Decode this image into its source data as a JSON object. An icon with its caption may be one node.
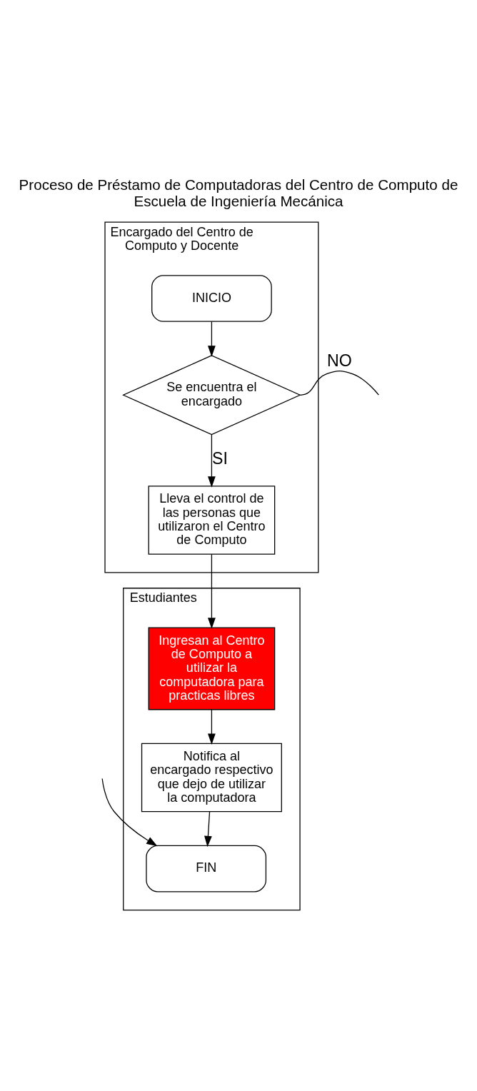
{
  "diagram": {
    "title": "Proceso de Préstamo de Computadoras del Centro de Computo de Escuela de Ingeniería Mecánica",
    "nodes": [
      {
        "text": [
          "Estudiantes"
        ]
      },
      {
        "text": [
          "Encargado del Centro de Computo y Docente"
        ]
      },
      {
        "text": [
          "INICIO"
        ],
        "in": 1
      },
      {
        "text": [
          "Se encuentra el encargado"
        ],
        "in": 1
      },
      {
        "text": [
          "Lleva el control de las personas que utilizaron el Centro de Computo"
        ],
        "in": 1
      },
      {
        "text": [
          "Ingresan al Centro de Computo a utilizar la computadora para practicas libres"
        ],
        "in": 0
      },
      {
        "text": [
          "Notifica al encargado respectivo que dejo de utilizar la computadora"
        ],
        "in": 0
      },
      {
        "text": [
          "FIN"
        ],
        "in": 0
      }
    ],
    "edges": [
      {
        "from": 2,
        "to": 3,
        "arrow": "to"
      },
      {
        "from": 3,
        "to": null,
        "arrow": "none",
        "label": "NO"
      },
      {
        "from": 3,
        "to": 4,
        "arrow": "to",
        "label": "SI"
      },
      {
        "from": 4,
        "to": 5,
        "arrow": "to"
      },
      {
        "from": 5,
        "to": 6,
        "arrow": "to"
      },
      {
        "from": 6,
        "to": 7,
        "arrow": "to"
      },
      {
        "from": null,
        "to": 7,
        "arrow": "to"
      }
    ]
  }
}
